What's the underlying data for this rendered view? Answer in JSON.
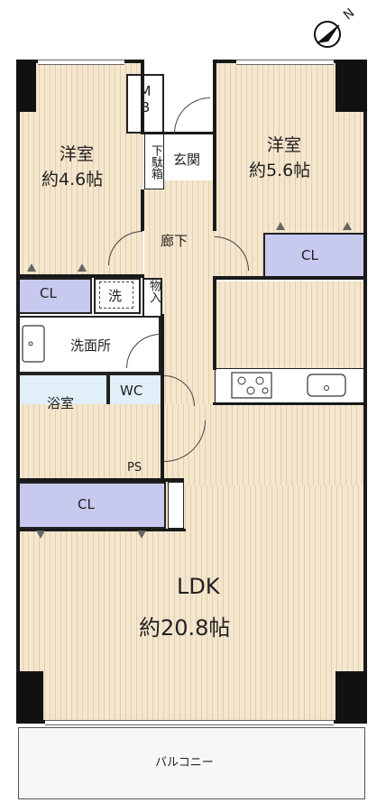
{
  "compass": {
    "label": "N",
    "icon": "north-arrow-icon"
  },
  "rooms": {
    "western_room_1": {
      "name": "洋室",
      "size": "約4.6帖"
    },
    "western_room_2": {
      "name": "洋室",
      "size": "約5.6帖"
    },
    "ldk": {
      "name": "LDK",
      "size": "約20.8帖"
    },
    "entrance": "玄関",
    "shoe_box": "下駄箱",
    "hallway": "廊下",
    "mb": "MB",
    "closet_1": "CL",
    "closet_2": "CL",
    "closet_3": "CL",
    "laundry": "洗",
    "storage": "物入",
    "washroom": "洗面所",
    "bathroom": "浴室",
    "wc": "WC",
    "ps": "PS",
    "balcony": "バルコニー"
  },
  "colors": {
    "wood_light": "#f4e6cf",
    "wood_line": "#e4cfaa",
    "closet": "#c8c9ee",
    "wet_area": "#e0eff8",
    "wall": "#1a1a1a"
  }
}
